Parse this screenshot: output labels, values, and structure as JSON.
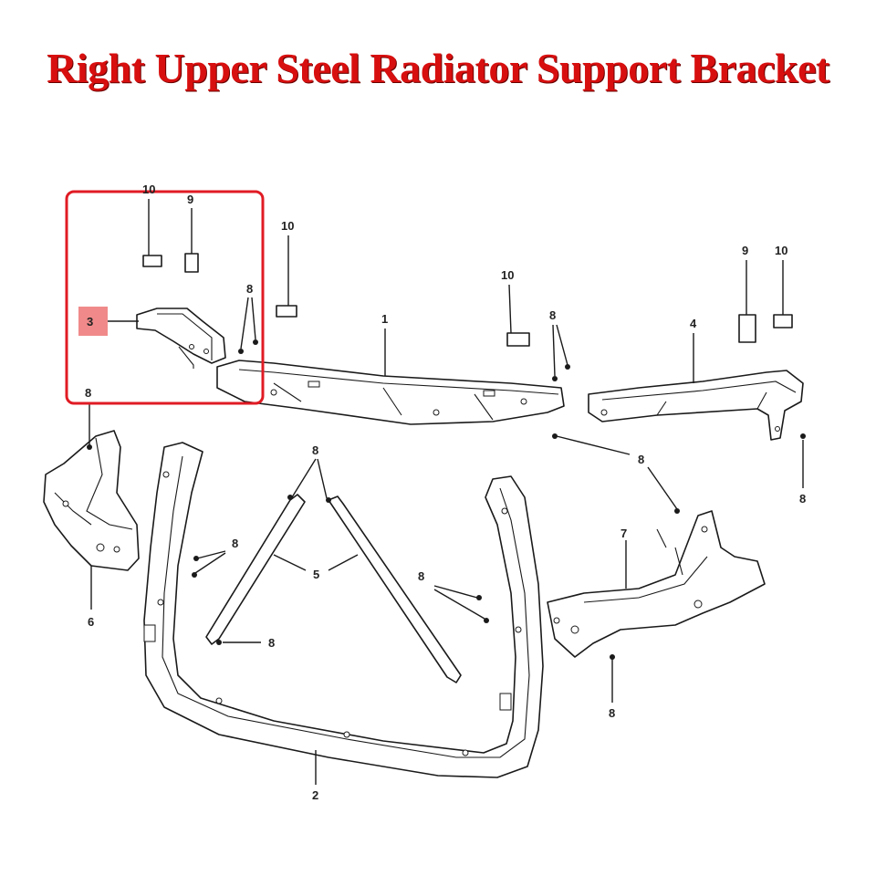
{
  "title": "Right Upper Steel Radiator Support Bracket",
  "highlight_color": "#e01b24",
  "callouts": {
    "c1": "1",
    "c2": "2",
    "c3": "3",
    "c4": "4",
    "c5": "5",
    "c6": "6",
    "c7": "7",
    "c8": "8",
    "c9": "9",
    "c10": "10"
  }
}
